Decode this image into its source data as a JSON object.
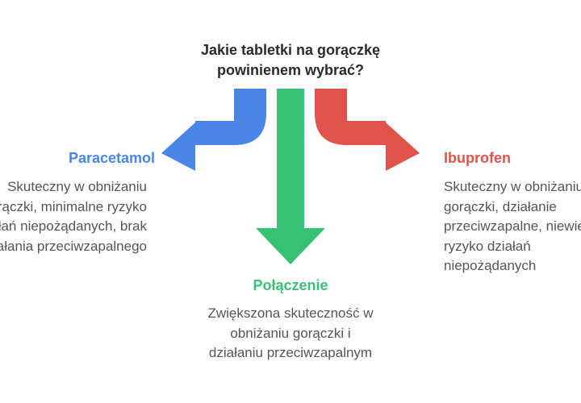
{
  "question": [
    "Jakie tabletki na gorączkę",
    "powinienem wybrać?"
  ],
  "options": {
    "left": {
      "title": "Paracetamol",
      "lines": [
        "Skuteczny w obniżaniu",
        "gorączki, minimalne ryzyko",
        "działań niepożądanych, brak",
        "działania przeciwzapalnego"
      ],
      "color": "#4a86e8"
    },
    "center": {
      "title": "Połączenie",
      "lines": [
        "Zwiększona skuteczność w",
        "obniżaniu gorączki i",
        "działaniu przeciwzapalnym"
      ],
      "color": "#38c175"
    },
    "right": {
      "title": "Ibuprofen",
      "lines": [
        "Skuteczny w obniżaniu",
        "gorączki, działanie",
        "przeciwzapalne, niewielkie",
        "ryzyko działań",
        "niepożądanych"
      ],
      "color": "#e0534a"
    }
  }
}
